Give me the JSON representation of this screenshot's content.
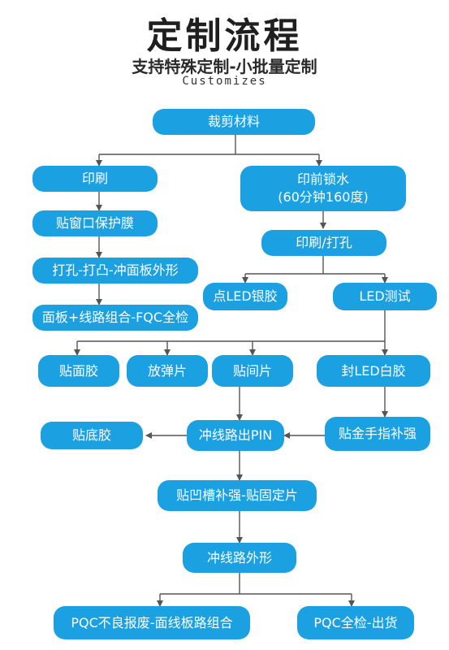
{
  "header": {
    "title": "定制流程",
    "subtitle": "支持特殊定制-小批量定制",
    "subtitle_en": "Customizes"
  },
  "nodes": {
    "cut_material": "裁剪材料",
    "print_left": "印刷",
    "preprint_line1": "印前锁水",
    "preprint_line2": "(60分钟160度)",
    "protect_film": "贴窗口保护膜",
    "print_punch": "印刷/打孔",
    "punch_shape": "打孔-打凸-冲面板外形",
    "led_silver": "点LED银胶",
    "led_test": "LED测试",
    "panel_combo": "面板+线路组合-FQC全检",
    "face_adhesive": "贴面胶",
    "spring_sheet": "放弹片",
    "spacer": "贴间片",
    "led_white": "封LED白胶",
    "bottom_adhesive": "贴底胶",
    "punch_pin": "冲线路出PIN",
    "finger_stiff": "贴金手指补强",
    "groove_stiff": "贴凹槽补强-贴固定片",
    "punch_outline": "冲线路外形",
    "pqc_reject": "PQC不良报废-面线板路组合",
    "pqc_ship": "PQC全检-出货"
  },
  "colors": {
    "node": "#1ba0e2",
    "line": "#555555"
  }
}
